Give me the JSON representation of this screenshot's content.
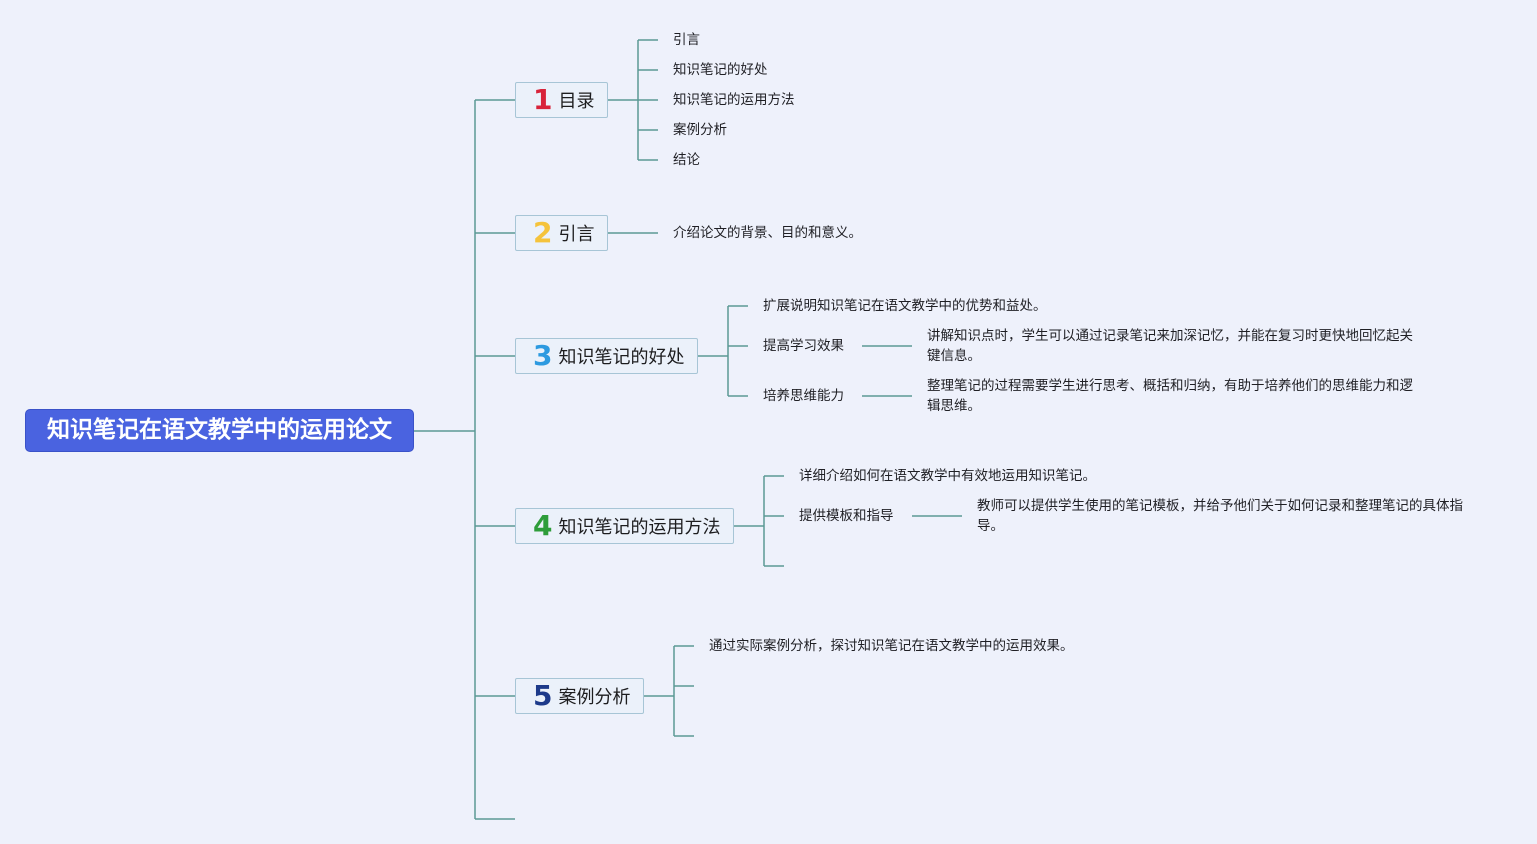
{
  "root": {
    "label": "知识笔记在语文教学中的运用论文",
    "color": "#4a63e0"
  },
  "branches": [
    {
      "num": "1",
      "num_color": "#d8233a",
      "label": "目录",
      "children": [
        "引言",
        "知识笔记的好处",
        "知识笔记的运用方法",
        "案例分析",
        "结论"
      ]
    },
    {
      "num": "2",
      "num_color": "#f5c33b",
      "label": "引言",
      "children": [
        "介绍论文的背景、目的和意义。"
      ]
    },
    {
      "num": "3",
      "num_color": "#2d9ae0",
      "label": "知识笔记的好处",
      "intro": "扩展说明知识笔记在语文教学中的优势和益处。",
      "subs": [
        {
          "label": "提高学习效果",
          "detail": "讲解知识点时，学生可以通过记录笔记来加深记忆，并能在复习时更快地回忆起关键信息。"
        },
        {
          "label": "培养思维能力",
          "detail": "整理笔记的过程需要学生进行思考、概括和归纳，有助于培养他们的思维能力和逻辑思维。"
        }
      ]
    },
    {
      "num": "4",
      "num_color": "#2e9d3a",
      "label": "知识笔记的运用方法",
      "intro": "详细介绍如何在语文教学中有效地运用知识笔记。",
      "subs": [
        {
          "label": "提供模板和指导",
          "detail": "教师可以提供学生使用的笔记模板，并给予他们关于如何记录和整理笔记的具体指导。"
        }
      ]
    },
    {
      "num": "5",
      "num_color": "#1d3a8a",
      "label": "案例分析",
      "intro": "通过实际案例分析，探讨知识笔记在语文教学中的运用效果。"
    }
  ]
}
